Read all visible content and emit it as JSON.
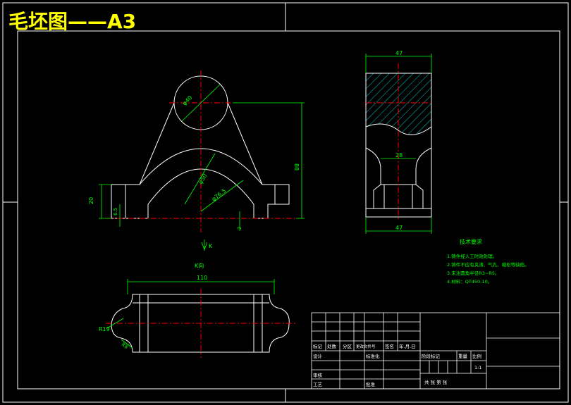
{
  "title": "毛坯图——A3",
  "colors": {
    "background": "#000000",
    "outline": "#ffffff",
    "dimension": "#00ff00",
    "center": "#ff0000",
    "hatch": "#00c8c8",
    "title": "#ffff00",
    "note_title": "#00ff00",
    "note": "#00ff00",
    "table": "#ffffff"
  },
  "dims": {
    "front_circle": "φ40",
    "front_r_outer": "φ50",
    "front_r_inner": "φ76.5",
    "front_height": "88",
    "front_left_height": "20",
    "front_left_small": "6.5",
    "front_bottom_small": "2",
    "side_top_width": "47",
    "side_mid_width": "28",
    "side_bottom_width": "47",
    "view_label": "K",
    "view_title": "K向",
    "bottom_length": "110",
    "bottom_r": "R19",
    "bottom_r2": "R8"
  },
  "notes": {
    "title": "技术要求",
    "items": [
      "1.铸件经人工时效处理。",
      "2.铸件不应有夹渣、气孔、缩松等缺陷。",
      "3.未注圆角半径R3~R5。",
      "4.材料：QT450-10。"
    ]
  },
  "titleblock": {
    "rev_headers": [
      "标记",
      "处数",
      "分区",
      "更改文件号",
      "签名",
      "年.月.日"
    ],
    "design": "设计",
    "standard": "标准化",
    "review": "审核",
    "process": "工艺",
    "approve": "批准",
    "stage_mark": "阶段标记",
    "weight": "重量",
    "scale": "比例",
    "scale_value": "1:1",
    "sheets": "共  张  第  张"
  }
}
